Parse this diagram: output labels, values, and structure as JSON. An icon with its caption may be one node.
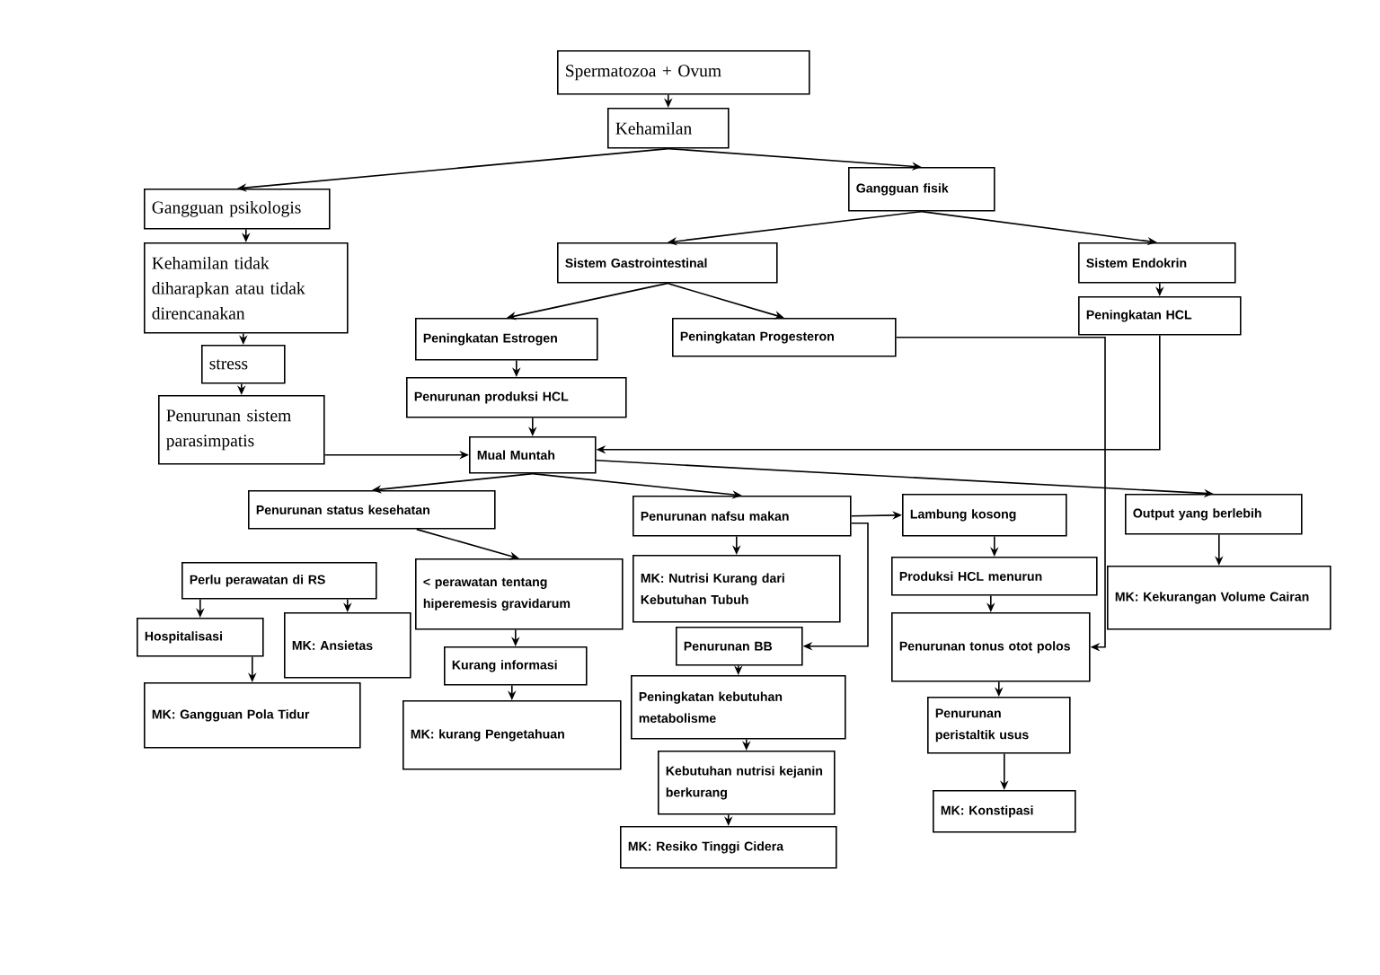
{
  "diagram": {
    "nodes": [
      {
        "text": [
          "Spermatozoa + Ovum"
        ]
      },
      {
        "text": [
          "Kehamilan"
        ]
      },
      {
        "text": [
          "Gangguan psikologis"
        ]
      },
      {
        "text": [
          "Gangguan fisik"
        ]
      },
      {
        "text": [
          "Kehamilan tidak diharapkan atau tidak direncanakan"
        ]
      },
      {
        "text": [
          "stress"
        ]
      },
      {
        "text": [
          "Penurunan sistem parasimpatis"
        ]
      },
      {
        "text": [
          "Sistem Gastrointestinal"
        ]
      },
      {
        "text": [
          "Sistem Endokrin"
        ]
      },
      {
        "text": [
          "Peningkatan Estrogen"
        ]
      },
      {
        "text": [
          "Peningkatan Progesteron"
        ]
      },
      {
        "text": [
          "Peningkatan HCL"
        ]
      },
      {
        "text": [
          "Penurunan produksi HCL"
        ]
      },
      {
        "text": [
          "Mual Muntah"
        ]
      },
      {
        "text": [
          "Penurunan status kesehatan"
        ]
      },
      {
        "text": [
          "Penurunan nafsu makan"
        ]
      },
      {
        "text": [
          "Lambung kosong"
        ]
      },
      {
        "text": [
          "Output yang berlebih"
        ]
      },
      {
        "text": [
          "Perlu perawatan di RS"
        ]
      },
      {
        "text": [
          "< perawatan tentang hiperemesis gravidarum"
        ]
      },
      {
        "text": [
          "MK: Nutrisi Kurang dari Kebutuhan Tubuh"
        ]
      },
      {
        "text": [
          "Produksi HCL menurun"
        ]
      },
      {
        "text": [
          "MK: Kekurangan Volume Cairan"
        ]
      },
      {
        "text": [
          "Hospitalisasi"
        ]
      },
      {
        "text": [
          "MK: Ansietas"
        ]
      },
      {
        "text": [
          "Kurang informasi"
        ]
      },
      {
        "text": [
          "Penurunan BB"
        ]
      },
      {
        "text": [
          "Penurunan tonus otot polos"
        ]
      },
      {
        "text": [
          "MK: Gangguan Pola Tidur"
        ]
      },
      {
        "text": [
          "MK: kurang Pengetahuan"
        ]
      },
      {
        "text": [
          "Peningkatan kebutuhan metabolisme"
        ]
      },
      {
        "text": [
          "Penurunan peristaltik usus"
        ]
      },
      {
        "text": [
          "Kebutuhan nutrisi kejanin berkurang"
        ]
      },
      {
        "text": [
          "MK: Konstipasi"
        ]
      },
      {
        "text": [
          "MK: Resiko Tinggi Cidera"
        ]
      }
    ],
    "edges": [
      {
        "from": 0,
        "to": 1,
        "arrow": "to"
      },
      {
        "from": 1,
        "to": 2,
        "arrow": "to"
      },
      {
        "from": 1,
        "to": 3,
        "arrow": "to"
      },
      {
        "from": 2,
        "to": 4,
        "arrow": "to"
      },
      {
        "from": 4,
        "to": 5,
        "arrow": "to"
      },
      {
        "from": 5,
        "to": 6,
        "arrow": "to"
      },
      {
        "from": 6,
        "to": 13,
        "arrow": "to"
      },
      {
        "from": 3,
        "to": 7,
        "arrow": "to"
      },
      {
        "from": 3,
        "to": 8,
        "arrow": "to"
      },
      {
        "from": 7,
        "to": 9,
        "arrow": "to"
      },
      {
        "from": 7,
        "to": 10,
        "arrow": "to"
      },
      {
        "from": 8,
        "to": 11,
        "arrow": "to"
      },
      {
        "from": 9,
        "to": 12,
        "arrow": "to"
      },
      {
        "from": 12,
        "to": 13,
        "arrow": "to"
      },
      {
        "from": 11,
        "to": 13,
        "arrow": "to"
      },
      {
        "from": 10,
        "to": 27,
        "arrow": "to"
      },
      {
        "from": 13,
        "to": 14,
        "arrow": "to"
      },
      {
        "from": 13,
        "to": 15,
        "arrow": "to"
      },
      {
        "from": 13,
        "to": 17,
        "arrow": "to"
      },
      {
        "from": 15,
        "to": 16,
        "arrow": "to"
      },
      {
        "from": 15,
        "to": 20,
        "arrow": "to"
      },
      {
        "from": 15,
        "to": 26,
        "arrow": "to"
      },
      {
        "from": 14,
        "to": 19,
        "arrow": "to"
      },
      {
        "from": 18,
        "to": 23,
        "arrow": "to"
      },
      {
        "from": 18,
        "to": 24,
        "arrow": "to"
      },
      {
        "from": 23,
        "to": 28,
        "arrow": "to"
      },
      {
        "from": 19,
        "to": 25,
        "arrow": "to"
      },
      {
        "from": 25,
        "to": 29,
        "arrow": "to"
      },
      {
        "from": 26,
        "to": 30,
        "arrow": "to"
      },
      {
        "from": 30,
        "to": 32,
        "arrow": "to"
      },
      {
        "from": 32,
        "to": 34,
        "arrow": "to"
      },
      {
        "from": 16,
        "to": 21,
        "arrow": "to"
      },
      {
        "from": 21,
        "to": 27,
        "arrow": "to"
      },
      {
        "from": 27,
        "to": 31,
        "arrow": "to"
      },
      {
        "from": 31,
        "to": 33,
        "arrow": "to"
      },
      {
        "from": 17,
        "to": 22,
        "arrow": "to"
      }
    ]
  }
}
